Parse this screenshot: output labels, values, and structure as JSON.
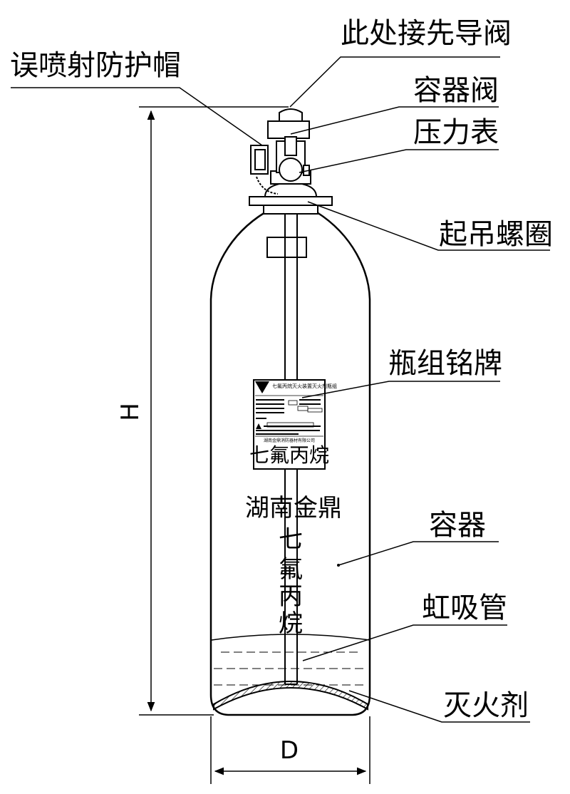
{
  "labels": {
    "pilot_valve": "此处接先导阀",
    "anti_discharge_cap": "误喷射防护帽",
    "container_valve": "容器阀",
    "pressure_gauge": "压力表",
    "lifting_ring": "起吊螺圈",
    "nameplate": "瓶组铭牌",
    "container": "容器",
    "siphon_tube": "虹吸管",
    "extinguishing_agent": "灭火剂"
  },
  "body_text": {
    "manufacturer": "湖南金鼎",
    "agent_chars": [
      "七",
      "氟",
      "丙",
      "烷"
    ]
  },
  "nameplate_panel": {
    "title": "七氟丙烷灭火装置灭火剂瓶组",
    "company": "湖南金鼎消防器材有限公司",
    "big_text": "七氟丙烷"
  },
  "dimensions": {
    "height": "H",
    "diameter": "D"
  },
  "colors": {
    "line": "#000000",
    "background": "#ffffff"
  }
}
